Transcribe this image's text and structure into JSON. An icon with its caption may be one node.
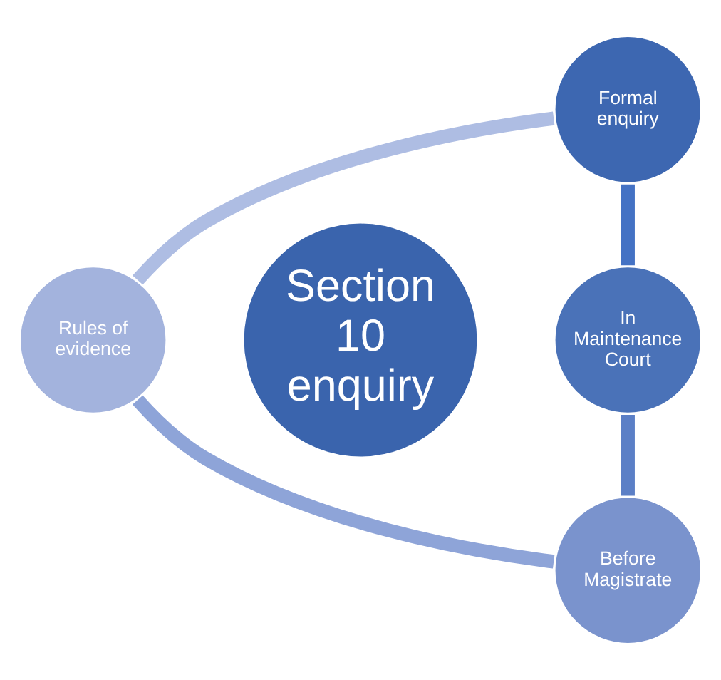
{
  "diagram": {
    "nodes": [
      {
        "text": [
          "Formal enquiry"
        ]
      },
      {
        "text": [
          "Rules of evidence"
        ]
      },
      {
        "text": [
          "Section 10 enquiry"
        ]
      },
      {
        "text": [
          "In Maintenance Court"
        ]
      },
      {
        "text": [
          "Before Magistrate"
        ]
      }
    ],
    "edges": [
      {
        "from": 0,
        "to": 3,
        "arrow": "none",
        "color": "#4472c4"
      },
      {
        "from": 3,
        "to": 4,
        "arrow": "none",
        "color": "#5b7fc6"
      },
      {
        "from": 4,
        "to": 1,
        "arrow": "none",
        "color": "#8ea4d8"
      },
      {
        "from": 1,
        "to": 0,
        "arrow": "none",
        "color": "#aebde3"
      }
    ]
  }
}
